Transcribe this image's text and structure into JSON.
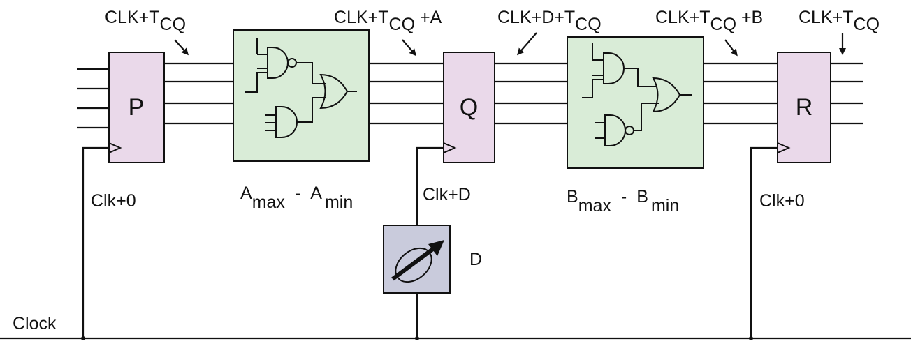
{
  "registers": {
    "p": "P",
    "q": "Q",
    "r": "R"
  },
  "timing": {
    "after_p": {
      "main": "CLK+T",
      "sub": "CQ",
      "tail": ""
    },
    "before_q": {
      "main": "CLK+T",
      "sub": "CQ",
      "tail": " +A"
    },
    "after_q": {
      "main": "CLK+D+T",
      "sub": "CQ",
      "tail": ""
    },
    "before_r": {
      "main": "CLK+T",
      "sub": "CQ",
      "tail": " +B"
    },
    "after_r": {
      "main": "CLK+T",
      "sub": "CQ",
      "tail": ""
    }
  },
  "logic_delays": {
    "a": {
      "max_base": "A",
      "max_sub": "max",
      "sep": "-",
      "min_base": "A",
      "min_sub": "min"
    },
    "b": {
      "max_base": "B",
      "max_sub": "max",
      "sep": "-",
      "min_base": "B",
      "min_sub": "min"
    }
  },
  "clock_labels": {
    "p": "Clk+0",
    "q": "Clk+D",
    "r": "Clk+0",
    "bus": "Clock"
  },
  "delay_element": {
    "label": "D"
  },
  "colors": {
    "register_fill": "#ead9ea",
    "logic_fill": "#d9ecd7",
    "delay_fill": "#c9cbdc",
    "line": "#111111"
  }
}
